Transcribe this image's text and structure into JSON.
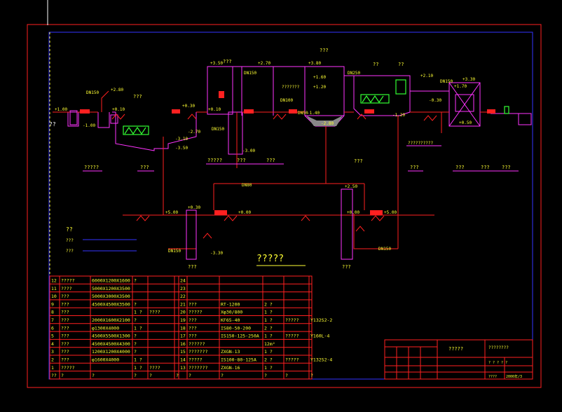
{
  "labels": {
    "title_main": "?????",
    "legend_q": "??",
    "legend_1": "???",
    "legend_2": "???",
    "corner_q": "??",
    "dn150_a": "DN150",
    "dn150_b": "DN150",
    "dn150_c": "DN150",
    "dn150_d": "DN150",
    "dn150_e": "DN150",
    "dn150_f": "DN150",
    "dn250": "DN250",
    "dn100": "DN100",
    "dn80": "DN80",
    "dn50": "DN50",
    "lvl_100": "+1.00",
    "lvl_m100": "-1.00",
    "lvl_280": "+2.80",
    "lvl_010a": "+0.10",
    "lvl_030": "+0.30",
    "lvl_m270": "-2.70",
    "lvl_m310": "-3.10",
    "lvl_m350": "-3.50",
    "lvl_350": "+3.50",
    "lvl_010b": "+0.10",
    "lvl_m300": "-3.00",
    "lvl_270": "+2.70",
    "lvl_380": "+3.80",
    "lvl_120": "+1.20",
    "lvl_m140": "-1.40",
    "lvl_m280": "-2.80",
    "lvl_160": "+1.60",
    "lvl_210": "+2.10",
    "lvl_m120": "-1.20",
    "lvl_m030": "-0.30",
    "lvl_330": "+3.30",
    "lvl_170": "+1.70",
    "lvl_050": "+0.50",
    "lvl_000a": "+0.00",
    "lvl_000b": "+0.00",
    "lvl_500a": "+5.00",
    "lvl_500b": "+5.00",
    "lvl_m330": "-3.30",
    "lvl_250": "+2.50",
    "lvl_030b": "+0.30",
    "q_a": "???",
    "q_b": "???",
    "q_c": "???",
    "q_d": "??",
    "q_e": "??",
    "q_f": "???",
    "q_g": "???????",
    "q_h": "???????",
    "q_i": "?????",
    "q_j": "??????",
    "q_k": "?????",
    "q_l": "???",
    "q_m": "???",
    "q_n": "???",
    "q_o": "???",
    "q_p": "???",
    "q_q": "???",
    "q_r": "??????????",
    "q_s": "???",
    "q_t": "???",
    "q_u": "???"
  },
  "table_left": [
    [
      "12",
      "?????",
      "6000X1200X1600",
      "?",
      "",
      ""
    ],
    [
      "11",
      "????",
      "5000X1200X3500",
      "",
      "",
      ""
    ],
    [
      "10",
      "???",
      "5000X3000X3500",
      "",
      "",
      ""
    ],
    [
      "9",
      "???",
      "4500X4500X3500",
      "?",
      "",
      ""
    ],
    [
      "8",
      "???",
      "",
      "1 ?",
      "????",
      ""
    ],
    [
      "7",
      "???",
      "2000X1600X2100",
      "?",
      "",
      ""
    ],
    [
      "6",
      "???",
      "φ1300X4000",
      "1 ?",
      "",
      ""
    ],
    [
      "5",
      "???",
      "4500X5500X1300",
      "?",
      "",
      ""
    ],
    [
      "4",
      "???",
      "4500X4500X4300",
      "?",
      "",
      ""
    ],
    [
      "3",
      "???",
      "1200X1200X4000",
      "?",
      "",
      ""
    ],
    [
      "2",
      "???",
      "φ1600X4000",
      "1 ?",
      "",
      ""
    ],
    [
      "1",
      "?????",
      "",
      "1 ?",
      "????",
      ""
    ],
    [
      "??",
      "?",
      "?",
      "?",
      "?",
      "?"
    ]
  ],
  "table_right": [
    [
      "24",
      "",
      "",
      "",
      "",
      ""
    ],
    [
      "23",
      "",
      "",
      "",
      "",
      ""
    ],
    [
      "22",
      "",
      "",
      "",
      "",
      ""
    ],
    [
      "21",
      "???",
      "RT-1200",
      "2 ?",
      "",
      ""
    ],
    [
      "20",
      "?????",
      "Xφ30/800",
      "1 ?",
      "",
      ""
    ],
    [
      "19",
      "???",
      "KF65-40",
      "1 ?",
      "?????",
      "Y132S2-2"
    ],
    [
      "18",
      "???",
      "IS80-50-200",
      "2 ?",
      "",
      ""
    ],
    [
      "17",
      "???",
      "IS150-125-250A",
      "1 ?",
      "?????",
      "Y160L-4"
    ],
    [
      "16",
      "??????",
      "",
      "12m²",
      "",
      ""
    ],
    [
      "15",
      "???????",
      "ZXGN-13",
      "1 ?",
      "",
      ""
    ],
    [
      "14",
      "?????",
      "IS100-80-125A",
      "2 ?",
      "?????",
      "Y132S2-4"
    ],
    [
      "13",
      "???????",
      "ZXGN-16",
      "1 ?",
      "",
      ""
    ],
    [
      "",
      "?",
      "?",
      "?",
      "?",
      "?"
    ]
  ],
  "title_block": {
    "name": "?????",
    "drawing": "????????",
    "r1": "? ? ? ? ?",
    "scale_label": "????",
    "date": "2000年/3"
  },
  "colors": {
    "frame": "#ff2020",
    "border": "#3333ff",
    "structure": "#ff33ff",
    "pipe": "#ff2020",
    "text": "#ffff33",
    "green": "#33ff33",
    "white": "#ffffff",
    "cyan": "#33ffff"
  }
}
